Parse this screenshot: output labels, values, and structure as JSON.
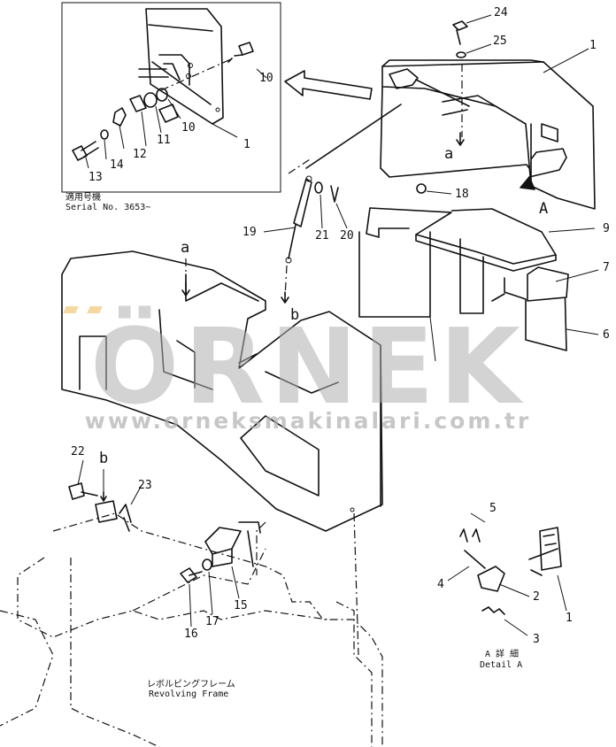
{
  "watermark": {
    "text": "ÖRNEK",
    "url": "www.orneksmakinalari.com.tr"
  },
  "inset": {
    "serial_jp": "適用号機",
    "serial": "Serial No. 3653~"
  },
  "callouts": {
    "c24": "24",
    "c25": "25",
    "c1_main": "1",
    "c10a": "10",
    "c10b": "10",
    "c11": "11",
    "c12": "12",
    "c14": "14",
    "c13": "13",
    "c1_inset": "1",
    "c18": "18",
    "c_a_main": "a",
    "c_A": "A",
    "c9": "9",
    "c7": "7",
    "c6": "6",
    "c19": "19",
    "c21": "21",
    "c20": "20",
    "c_a_cover": "a",
    "c_b_top": "b",
    "c22": "22",
    "c_b_bottom": "b",
    "c23": "23",
    "c15": "15",
    "c16": "16",
    "c17": "17",
    "c5": "5",
    "c4": "4",
    "c2": "2",
    "c3": "3",
    "c1_detail": "1"
  },
  "detail": {
    "title_jp": "A 詳 細",
    "title": "Detail A"
  },
  "frame": {
    "label_jp": "レボルビングフレーム",
    "label": "Revolving Frame"
  }
}
